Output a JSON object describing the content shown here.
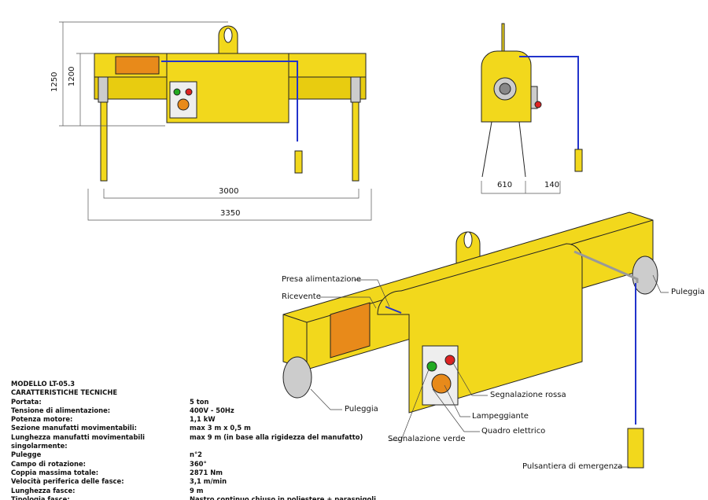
{
  "dimensions": {
    "front_total_height": "1250",
    "front_height": "1200",
    "front_inner_width": "3000",
    "front_total_width": "3350",
    "side_width": "610",
    "side_offset": "140"
  },
  "callouts": {
    "presa": "Presa alimentazione",
    "ricevente": "Ricevente",
    "puleggia_right": "Puleggia",
    "puleggia_left": "Puleggia",
    "rossa": "Segnalazione rossa",
    "lampeggiante": "Lampeggiante",
    "quadro": "Quadro elettrico",
    "verde": "Segnalazione verde",
    "pulsantiera": "Pulsantiera di emergenza"
  },
  "specs": {
    "model": "MODELLO LT-05.3",
    "heading": "CARATTERISTICHE TECNICHE",
    "rows": [
      {
        "k": "Portata:",
        "v": "5 ton"
      },
      {
        "k": "Tensione di alimentazione:",
        "v": "400V - 50Hz"
      },
      {
        "k": "Potenza motore:",
        "v": "1,1 kW"
      },
      {
        "k": "Sezione manufatti movimentabili:",
        "v": "max 3 m x 0,5 m"
      },
      {
        "k": "Lunghezza manufatti movimentabili singolarmente:",
        "v": "max 9 m (in base alla rigidezza del manufatto)"
      },
      {
        "k": "Pulegge",
        "v": "n°2"
      },
      {
        "k": "Campo di rotazione:",
        "v": "360°"
      },
      {
        "k": "Coppia massima totale:",
        "v": "2871 Nm"
      },
      {
        "k": "Velocità periferica delle fasce:",
        "v": "3,1 m/min"
      },
      {
        "k": "Lunghezza fasce:",
        "v": "9 m"
      },
      {
        "k": "Tipologia fasce:",
        "v": "Nastro continuo chiuso in poliestere + paraspigoli"
      }
    ]
  },
  "colors": {
    "body": "#f2d81c",
    "stroke": "#333333",
    "cable": "#2233cc",
    "orange": "#e88a1a"
  }
}
